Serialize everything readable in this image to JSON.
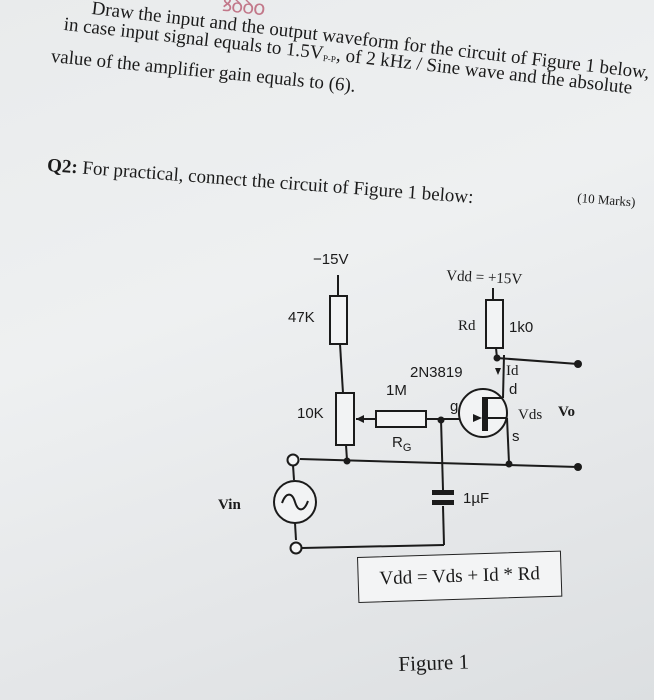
{
  "question1": {
    "handwritten_mark": "ꝸꝺꝺo",
    "line1": "Draw the input and the output waveform for the circuit of Figure 1 below,",
    "line2_a": "in case input signal equals to 1.5V",
    "line2_sub": "P-P",
    "line2_b": ", of 2 kHz / Sine wave and the absolute",
    "line3": "value of the amplifier gain equals to (6)."
  },
  "question2": {
    "label": "Q2:",
    "text": "For practical, connect the circuit of Figure 1 below:",
    "marks": "(10 Marks)"
  },
  "circuit": {
    "neg_supply": "−15V",
    "vdd_label": "Vdd = +15V",
    "r_top": "47K",
    "rd_label": "Rd",
    "rd_value": "1k0",
    "transistor": "2N3819",
    "id_label": "Id",
    "drain": "d",
    "gate": "g",
    "source": "s",
    "rg_value": "1M",
    "rg_label": "R",
    "rg_sub": "G",
    "pot_value": "10K",
    "vds_label": "Vds",
    "vo_label": "Vo",
    "vin_label": "Vin",
    "cap_value": "1µF"
  },
  "formula": "Vdd = Vds + Id * Rd",
  "figure_caption": "Figure 1"
}
